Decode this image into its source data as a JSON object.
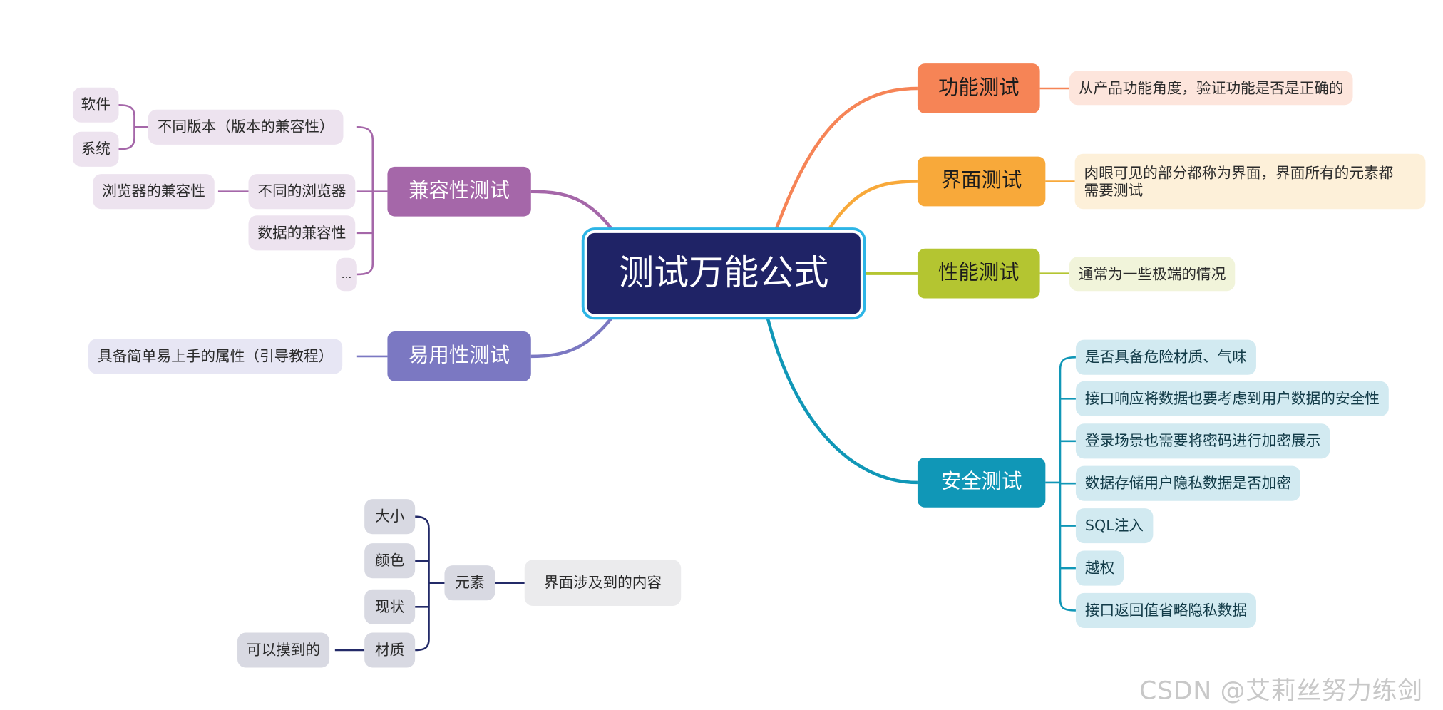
{
  "root": "测试万能公式",
  "branches": {
    "functional": {
      "title": "功能测试",
      "note": "从产品功能角度，验证功能是否是正确的",
      "color": "#f68456"
    },
    "ui": {
      "title": "界面测试",
      "note_line1": "肉眼可见的部分都称为界面，界面所有的元素都",
      "note_line2": "需要测试",
      "color": "#f8a93a"
    },
    "performance": {
      "title": "性能测试",
      "note": "通常为一些极端的情况",
      "color": "#b4c531"
    },
    "security": {
      "title": "安全测试",
      "color": "#1097b7",
      "items": [
        "是否具备危险材质、气味",
        "接口响应将数据也要考虑到用户数据的安全性",
        "登录场景也需要将密码进行加密展示",
        "数据存储用户隐私数据是否加密",
        "SQL注入",
        "越权",
        "接口返回值省略隐私数据"
      ]
    },
    "compatibility": {
      "title": "兼容性测试",
      "color": "#a567a9",
      "version": "不同版本（版本的兼容性）",
      "version_items": [
        "软件",
        "系统"
      ],
      "browser": "不同的浏览器",
      "browser_note": "浏览器的兼容性",
      "data": "数据的兼容性",
      "more": "..."
    },
    "usability": {
      "title": "易用性测试",
      "color": "#7b78c2",
      "note": "具备简单易上手的属性（引导教程）"
    }
  },
  "floating": {
    "element": "元素",
    "element_note": "界面涉及到的内容",
    "items": [
      "大小",
      "颜色",
      "现状",
      "材质"
    ],
    "texture_note": "可以摸到的",
    "color": "#232a68"
  },
  "watermark": "CSDN @艾莉丝努力练剑"
}
